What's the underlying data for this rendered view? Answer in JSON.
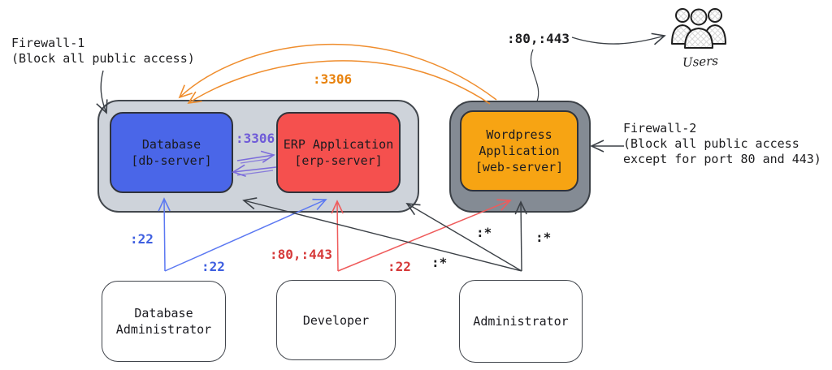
{
  "diagram": {
    "firewall1": {
      "title": "Firewall-1",
      "subtitle": "(Block all public access)"
    },
    "firewall2": {
      "title": "Firewall-2",
      "subtitle1": "(Block all public access",
      "subtitle2": "except for port 80 and 443)"
    },
    "nodes": {
      "database": {
        "line1": "Database",
        "line2": "[db-server]"
      },
      "erp": {
        "line1": "ERP Application",
        "line2": "[erp-server]"
      },
      "wordpress": {
        "line1": "Wordpress",
        "line2": "Application",
        "line3": "[web-server]"
      }
    },
    "actors": {
      "dba": {
        "line1": "Database",
        "line2": "Administrator"
      },
      "developer": {
        "line1": "Developer"
      },
      "administrator": {
        "line1": "Administrator"
      }
    },
    "users": {
      "label": "Users"
    },
    "edges": {
      "wp_to_db_port": ":3306",
      "db_erp_port": ":3306",
      "wp_to_users_ports": ":80,:443",
      "dba_to_db_port": ":22",
      "dba_to_erp_port": ":22",
      "dev_to_erp_ports": ":80,:443",
      "dev_to_wp_port": ":22",
      "admin_to_db_port": ":*",
      "admin_to_erp_port": ":*",
      "admin_to_wp_port": ":*"
    },
    "colors": {
      "database_fill": "#4a66e8",
      "erp_fill": "#f5504e",
      "wordpress_fill": "#f7a413",
      "firewall1_fill": "#ced3da",
      "firewall2_fill": "#848b94",
      "arrow_orange": "#ef8d2d",
      "arrow_purple": "#7b6cdb",
      "arrow_blue": "#5b78f2",
      "arrow_red": "#ef5b5b",
      "arrow_dark": "#3b4046"
    }
  }
}
